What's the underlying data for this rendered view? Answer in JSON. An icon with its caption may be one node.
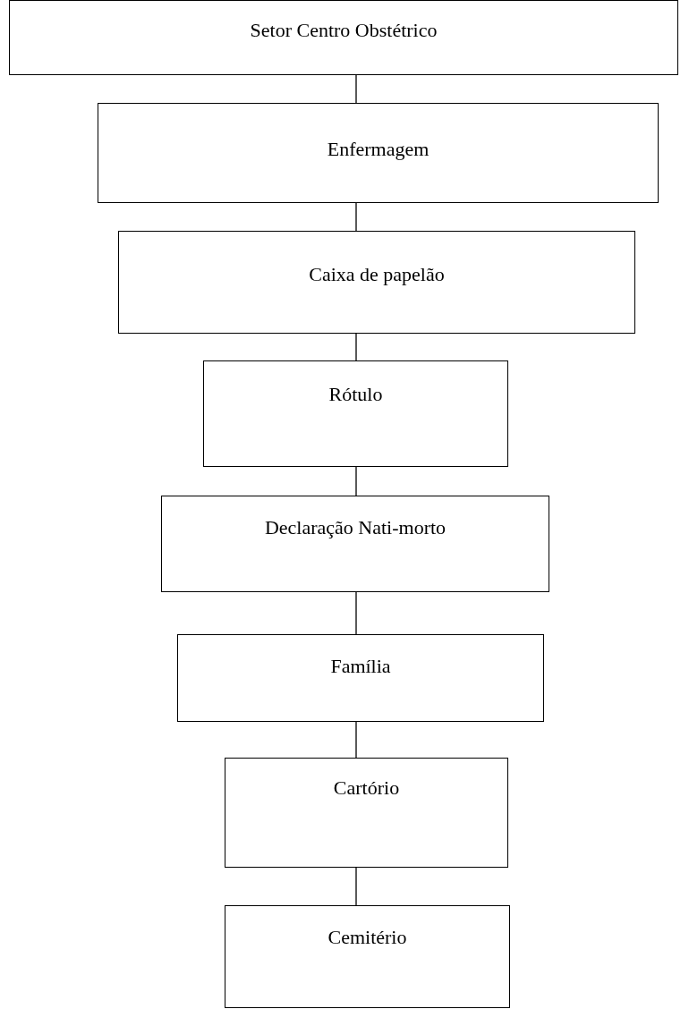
{
  "diagram": {
    "nodes": [
      {
        "text": [
          "Setor Centro Obstétrico"
        ]
      },
      {
        "text": [
          "Enfermagem"
        ]
      },
      {
        "text": [
          "Caixa de papelão"
        ]
      },
      {
        "text": [
          "Rótulo"
        ]
      },
      {
        "text": [
          "Declaração Nati-morto"
        ]
      },
      {
        "text": [
          "Família"
        ]
      },
      {
        "text": [
          "Cartório"
        ]
      },
      {
        "text": [
          "Cemitério"
        ]
      }
    ],
    "edges": [
      {
        "from": 0,
        "to": 1,
        "arrow": "none"
      },
      {
        "from": 1,
        "to": 2,
        "arrow": "none"
      },
      {
        "from": 2,
        "to": 3,
        "arrow": "none"
      },
      {
        "from": 3,
        "to": 4,
        "arrow": "none"
      },
      {
        "from": 4,
        "to": 5,
        "arrow": "none"
      },
      {
        "from": 5,
        "to": 6,
        "arrow": "none"
      },
      {
        "from": 6,
        "to": 7,
        "arrow": "none"
      }
    ]
  }
}
